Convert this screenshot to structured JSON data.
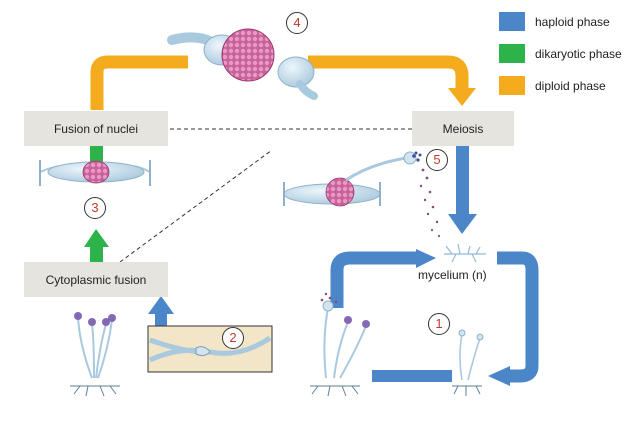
{
  "legend": [
    {
      "label": "haploid phase",
      "color": "#4a86c8"
    },
    {
      "label": "dikaryotic phase",
      "color": "#2db34a"
    },
    {
      "label": "diploid phase",
      "color": "#f5ab1e"
    }
  ],
  "stages": {
    "fusion_of_nuclei": "Fusion of nuclei",
    "meiosis": "Meiosis",
    "cytoplasmic_fusion": "Cytoplasmic fusion"
  },
  "mycelium_label": "mycelium (n)",
  "steps": [
    "1",
    "2",
    "3",
    "4",
    "5"
  ]
}
